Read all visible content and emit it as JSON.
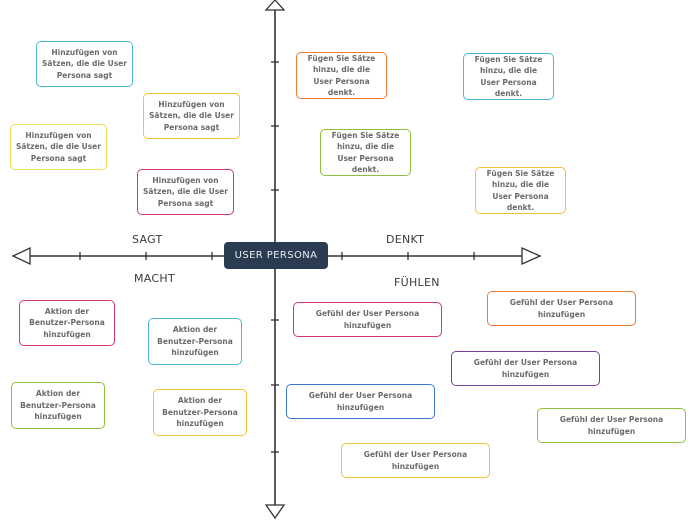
{
  "center": "USER PERSONA",
  "quadrant_labels": {
    "sagt": "SAGT",
    "denkt": "DENKT",
    "macht": "MACHT",
    "fuehlen": "FÜHLEN"
  },
  "notes": {
    "sagt": [
      {
        "text": "Hinzufügen von Sätzen, die die User Persona sagt",
        "color": "#4bb8dc"
      },
      {
        "text": "Hinzufügen von Sätzen, die die User Persona sagt",
        "color": "#f3c331"
      },
      {
        "text": "Hinzufügen von Sätzen, die die User Persona sagt",
        "color": "#f3dc55"
      },
      {
        "text": "Hinzufügen von Sätzen, die die User Persona sagt",
        "color": "#d9357a"
      }
    ],
    "denkt": [
      {
        "text": "Fügen Sie Sätze hinzu, die die User Persona denkt.",
        "color": "#f07a3a"
      },
      {
        "text": "Fügen Sie Sätze hinzu, die die User Persona denkt.",
        "color": "#4bb8dc"
      },
      {
        "text": "Fügen Sie Sätze hinzu, die die User Persona denkt.",
        "color": "#8ec13b"
      },
      {
        "text": "Fügen Sie Sätze hinzu, die die User Persona denkt.",
        "color": "#f3c331"
      }
    ],
    "macht": [
      {
        "text": "Aktion der Benutzer-Persona hinzufügen",
        "color": "#d9357a"
      },
      {
        "text": "Aktion der Benutzer-Persona hinzufügen",
        "color": "#4bb8dc"
      },
      {
        "text": "Aktion der Benutzer-Persona hinzufügen",
        "color": "#8ec13b"
      },
      {
        "text": "Aktion der Benutzer-Persona hinzufügen",
        "color": "#f3c331"
      }
    ],
    "fuehlen": [
      {
        "text": "Gefühl der User Persona hinzufügen",
        "color": "#f07a3a"
      },
      {
        "text": "Gefühl der User Persona hinzufügen",
        "color": "#d9357a"
      },
      {
        "text": "Gefühl der User Persona hinzufügen",
        "color": "#7b3fa0"
      },
      {
        "text": "Gefühl der User Persona hinzufügen",
        "color": "#3a78c9"
      },
      {
        "text": "Gefühl der User Persona hinzufügen",
        "color": "#8ec13b"
      },
      {
        "text": "Gefühl der User Persona hinzufügen",
        "color": "#f3c331"
      }
    ]
  }
}
